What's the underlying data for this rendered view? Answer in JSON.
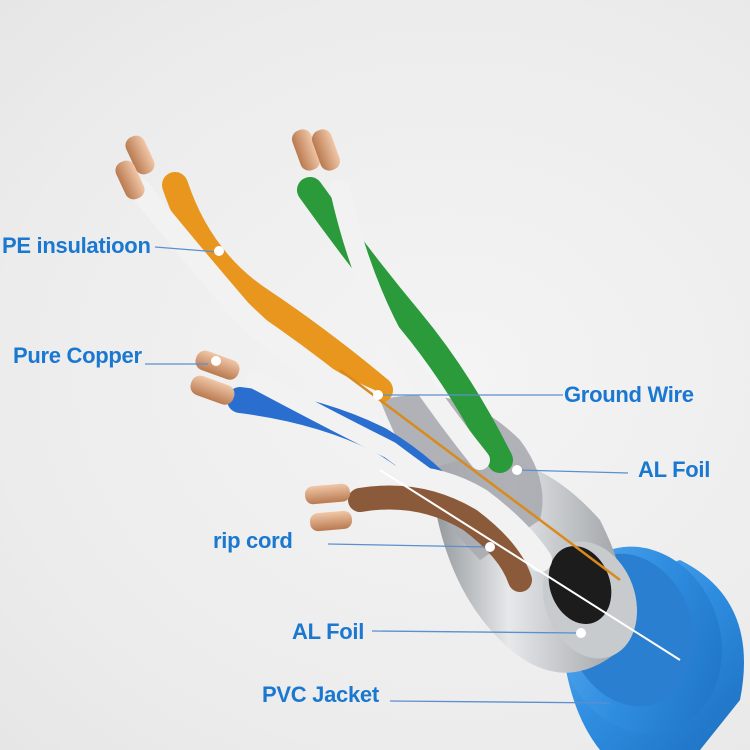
{
  "diagram": {
    "subject": "Shielded twisted-pair network cable cutaway",
    "colors": {
      "label": "#1a78d0",
      "leader_line": "#5b8fd0",
      "jacket": "#2f8de0",
      "foil": "#b9bcc0",
      "copper": "#d9a27a",
      "pair_orange": "#e8961e",
      "pair_green": "#2a9a3a",
      "pair_blue": "#2a6fd0",
      "pair_brown": "#8a5a3a"
    },
    "labels": [
      {
        "id": "pe-insulation",
        "text": "PE insulatioon"
      },
      {
        "id": "pure-copper",
        "text": "Pure Copper"
      },
      {
        "id": "ground-wire",
        "text": "Ground Wire"
      },
      {
        "id": "al-foil-pair",
        "text": "AL Foil"
      },
      {
        "id": "rip-cord",
        "text": "rip cord"
      },
      {
        "id": "al-foil-overall",
        "text": "AL Foil"
      },
      {
        "id": "pvc-jacket",
        "text": "PVC Jacket"
      }
    ]
  }
}
